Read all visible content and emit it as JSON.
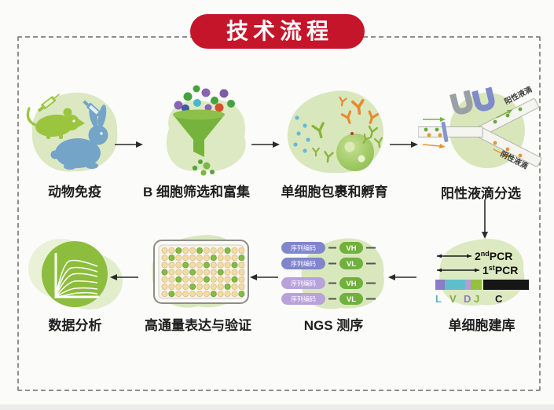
{
  "banner": {
    "title": "技术流程",
    "color": "#c5152b"
  },
  "steps": {
    "animal_immunization": {
      "label": "动物免疫"
    },
    "bcell_screening": {
      "label": "B 细胞筛选和富集"
    },
    "encapsulation": {
      "label": "单细胞包裹和孵育"
    },
    "droplet_sorting": {
      "label": "阳性液滴分选",
      "positive_branch": "阳性液滴",
      "negative_branch": "阴性液滴"
    },
    "library_prep": {
      "label": "单细胞建库",
      "pcr2": {
        "num": "2",
        "sup": "nd",
        "text": "PCR"
      },
      "pcr1": {
        "num": "1",
        "sup": "st",
        "text": "PCR"
      },
      "segments": [
        "L",
        "V",
        "D",
        "J",
        "C"
      ]
    },
    "ngs": {
      "label": "NGS 测序",
      "rows": [
        {
          "barcode": "序列编码",
          "chain": "VH"
        },
        {
          "barcode": "序列编码",
          "chain": "VL"
        },
        {
          "barcode": "序列编码",
          "chain": "VH"
        },
        {
          "barcode": "序列编码",
          "chain": "VL"
        }
      ]
    },
    "expression": {
      "label": "高通量表达与验证",
      "plate": {
        "rows": 7,
        "cols": 12,
        "green_wells": [
          [
            0,
            2
          ],
          [
            0,
            5
          ],
          [
            0,
            9
          ],
          [
            1,
            1
          ],
          [
            1,
            7
          ],
          [
            1,
            11
          ],
          [
            2,
            3
          ],
          [
            2,
            6
          ],
          [
            2,
            10
          ],
          [
            3,
            0
          ],
          [
            3,
            4
          ],
          [
            3,
            8
          ],
          [
            4,
            2
          ],
          [
            4,
            6
          ],
          [
            4,
            10
          ],
          [
            5,
            4
          ],
          [
            5,
            9
          ],
          [
            6,
            1
          ],
          [
            6,
            7
          ],
          [
            6,
            11
          ]
        ]
      }
    },
    "analysis": {
      "label": "数据分析"
    }
  },
  "colors": {
    "banner_red": "#c5152b",
    "blob_green": "#dbe8c2",
    "accent_green": "#8cbd3d",
    "mouse_green": "#9cc53f",
    "rabbit_blue": "#74a4c8",
    "antibody_orange": "#e8892f",
    "barcode_indigo": "#8085cc",
    "barcode_lavender": "#b9a2da",
    "chain_green": "#6fb13c",
    "well_tan": "#f2dca6",
    "well_green": "#86ba42",
    "segment_purple": "#8a7cc8",
    "segment_teal": "#5fbecc",
    "segment_black": "#161616"
  }
}
